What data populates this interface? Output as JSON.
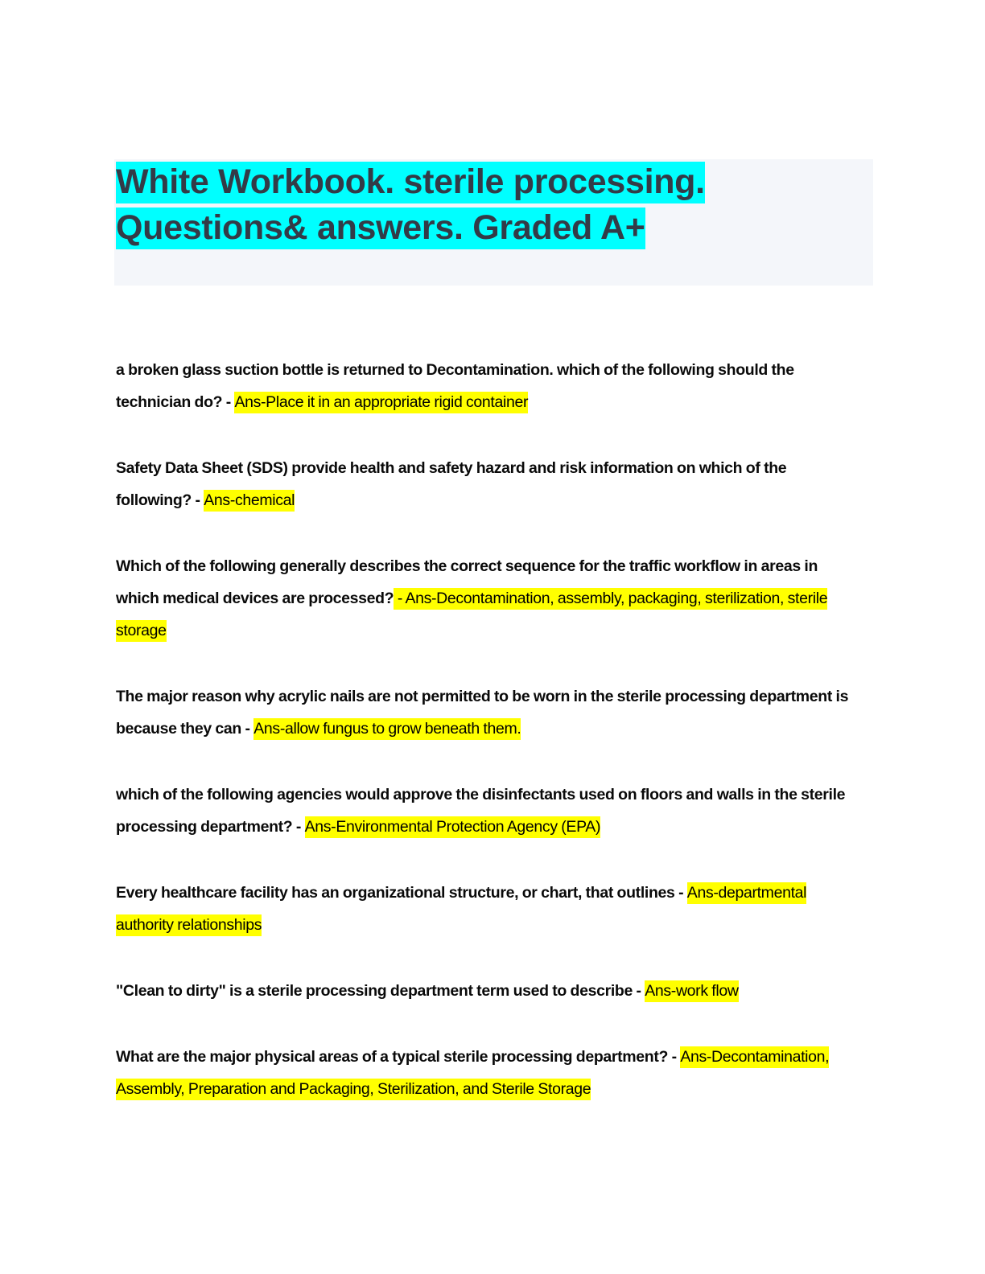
{
  "document": {
    "title_line_1": "White Workbook. sterile processing.",
    "title_line_2": "Questions& answers. Graded A+",
    "title_highlight_color": "#00ffff",
    "answer_highlight_color": "#ffff00",
    "title_text_color": "#333b47",
    "title_band_color": "#f4f6fa",
    "page_background": "#ffffff"
  },
  "qa": [
    {
      "question": "a broken glass suction bottle is returned to Decontamination. which of the following should the technician do? - ",
      "answer": "Ans-Place it in an appropriate rigid container"
    },
    {
      "question": "Safety Data Sheet (SDS) provide health and safety hazard and risk information on which of the following? - ",
      "answer": "Ans-chemical"
    },
    {
      "question": "Which of the following generally describes the correct sequence for the traffic workflow in areas in which medical devices are processed?",
      "answer": " - Ans-Decontamination, assembly, packaging, sterilization, sterile storage"
    },
    {
      "question": "The major reason why acrylic nails are not permitted to be worn in the sterile processing department is because they can - ",
      "answer": "Ans-allow fungus to grow beneath them."
    },
    {
      "question": "which of the following agencies would approve the disinfectants used on floors and walls in the sterile processing department? - ",
      "answer": "Ans-Environmental Protection Agency (EPA)"
    },
    {
      "question": "Every healthcare facility has an organizational structure, or chart, that outlines - ",
      "answer": "Ans-departmental authority relationships"
    },
    {
      "question": "\"Clean to dirty\" is a sterile processing department term used to describe - ",
      "answer": "Ans-work flow"
    },
    {
      "question": "What are the major physical areas of a typical sterile processing department? - ",
      "answer": "Ans-Decontamination, Assembly, Preparation and Packaging, Sterilization, and Sterile Storage"
    }
  ]
}
